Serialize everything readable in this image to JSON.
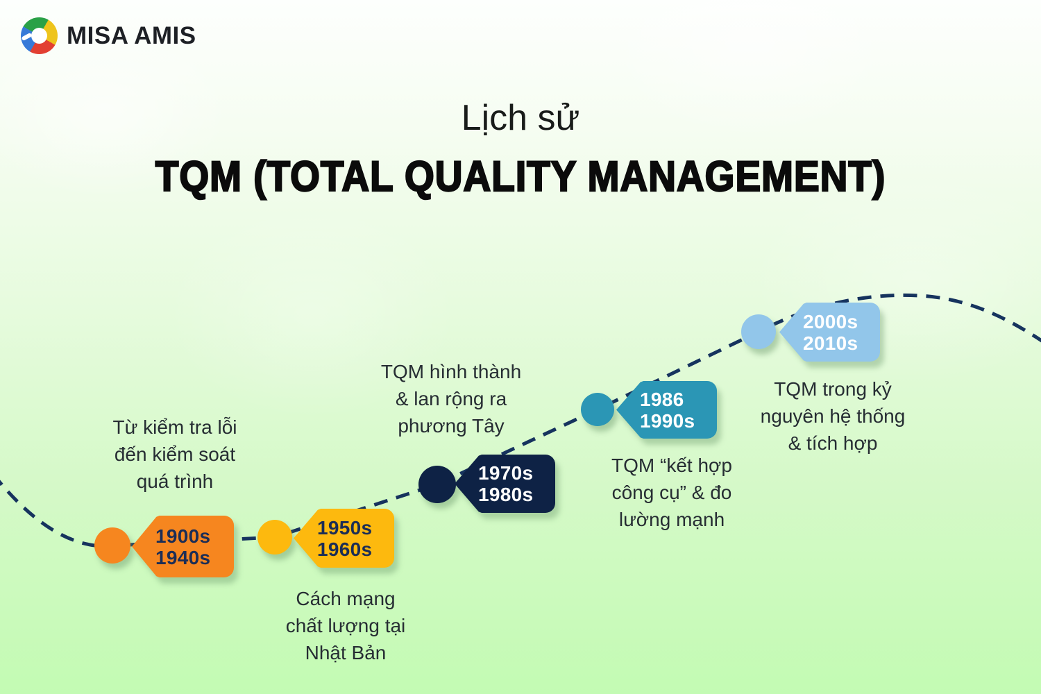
{
  "brand": {
    "name": "MISA AMIS",
    "logo_colors": {
      "blue": "#377AD8",
      "green": "#2AA147",
      "yellow": "#EEC41C",
      "red": "#E23F32"
    }
  },
  "header": {
    "title": "Lịch sử",
    "subtitle": "TQM (TOTAL QUALITY MANAGEMENT)"
  },
  "theme": {
    "background_top": "#FDFFFD",
    "background_bottom": "#C3FBB3",
    "line_color": "#16335E",
    "description_color": "#262D33"
  },
  "timeline": {
    "milestones": [
      {
        "years": [
          "1900s",
          "1940s"
        ],
        "color": "#F6861F",
        "year_text_color": "#1B2D56",
        "description_position": "above",
        "description_lines": [
          "Từ kiểm tra lỗi",
          "đến kiểm soát",
          "quá trình"
        ]
      },
      {
        "years": [
          "1950s",
          "1960s"
        ],
        "color": "#FDB90E",
        "year_text_color": "#1B2D56",
        "description_position": "below",
        "description_lines": [
          "Cách mạng",
          "chất lượng tại",
          "Nhật Bản"
        ]
      },
      {
        "years": [
          "1970s",
          "1980s"
        ],
        "color": "#0E2245",
        "year_text_color": "#FFFFFF",
        "description_position": "above",
        "description_lines": [
          "TQM hình thành",
          "& lan rộng ra",
          "phương Tây"
        ]
      },
      {
        "years": [
          "1986",
          "1990s"
        ],
        "color": "#2B96B5",
        "year_text_color": "#FFFFFF",
        "description_position": "below",
        "description_lines": [
          "TQM “kết hợp",
          "công cụ” & đo",
          "lường mạnh"
        ]
      },
      {
        "years": [
          "2000s",
          "2010s"
        ],
        "color": "#92C6EA",
        "year_text_color": "#FFFFFF",
        "description_position": "below",
        "description_lines": [
          "TQM trong kỷ",
          "nguyên hệ thống",
          "& tích hợp"
        ]
      }
    ]
  }
}
